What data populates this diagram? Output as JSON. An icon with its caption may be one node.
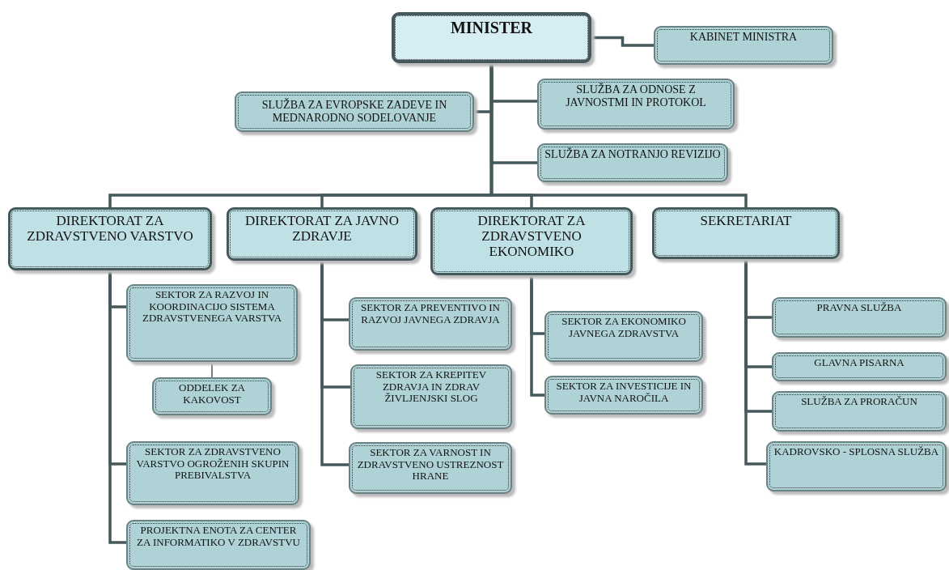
{
  "diagram": {
    "nodes": [
      {
        "text": [
          "MINISTER"
        ]
      },
      {
        "text": [
          "KABINET MINISTRA"
        ]
      },
      {
        "text": [
          "SLUŽBA ZA EVROPSKE ZADEVE IN MEDNARODNO SODELOVANJE"
        ]
      },
      {
        "text": [
          "SLUŽBA ZA ODNOSE Z JAVNOSTMI IN PROTOKOL"
        ]
      },
      {
        "text": [
          "SLUŽBA ZA NOTRANJO REVIZIJO"
        ]
      },
      {
        "text": [
          "DIREKTORAT ZA ZDRAVSTVENO VARSTVO"
        ]
      },
      {
        "text": [
          "DIREKTORAT ZA JAVNO ZDRAVJE"
        ]
      },
      {
        "text": [
          "DIREKTORAT ZA ZDRAVSTVENO EKONOMIKO"
        ]
      },
      {
        "text": [
          "SEKRETARIAT"
        ]
      },
      {
        "text": [
          "SEKTOR ZA RAZVOJ IN KOORDINACIJO SISTEMA ZDRAVSTVENEGA VARSTVA"
        ]
      },
      {
        "text": [
          "ODDELEK ZA KAKOVOST"
        ]
      },
      {
        "text": [
          "SEKTOR ZA ZDRAVSTVENO VARSTVO OGROŽENIH SKUPIN PREBIVALSTVA"
        ]
      },
      {
        "text": [
          "PROJEKTNA ENOTA ZA CENTER ZA INFORMATIKO V ZDRAVSTVU"
        ]
      },
      {
        "text": [
          "SEKTOR ZA PREVENTIVO IN RAZVOJ JAVNEGA ZDRAVJA"
        ]
      },
      {
        "text": [
          "SEKTOR ZA KREPITEV ZDRAVJA IN ZDRAV ŽIVLJENJSKI SLOG"
        ]
      },
      {
        "text": [
          "SEKTOR ZA VARNOST IN ZDRAVSTVENO USTREZNOST HRANE"
        ]
      },
      {
        "text": [
          "SEKTOR ZA EKONOMIKO JAVNEGA ZDRAVSTVA"
        ]
      },
      {
        "text": [
          "SEKTOR ZA INVESTICIJE IN JAVNA NAROČILA"
        ]
      },
      {
        "text": [
          "PRAVNA SLUŽBA"
        ]
      },
      {
        "text": [
          "GLAVNA PISARNA"
        ]
      },
      {
        "text": [
          "SLUŽBA ZA PRORAČUN"
        ]
      },
      {
        "text": [
          "KADROVSKO - SPLOSNA SLUŽBA"
        ]
      }
    ],
    "edges": [
      {
        "from": 0,
        "to": 1,
        "arrow": "none"
      },
      {
        "from": 0,
        "to": 2,
        "arrow": "none"
      },
      {
        "from": 0,
        "to": 3,
        "arrow": "none"
      },
      {
        "from": 0,
        "to": 4,
        "arrow": "none"
      },
      {
        "from": 0,
        "to": 5,
        "arrow": "none"
      },
      {
        "from": 0,
        "to": 6,
        "arrow": "none"
      },
      {
        "from": 0,
        "to": 7,
        "arrow": "none"
      },
      {
        "from": 0,
        "to": 8,
        "arrow": "none"
      },
      {
        "from": 5,
        "to": 9,
        "arrow": "none"
      },
      {
        "from": 9,
        "to": 10,
        "arrow": "none"
      },
      {
        "from": 5,
        "to": 11,
        "arrow": "none"
      },
      {
        "from": 5,
        "to": 12,
        "arrow": "none"
      },
      {
        "from": 6,
        "to": 13,
        "arrow": "none"
      },
      {
        "from": 6,
        "to": 14,
        "arrow": "none"
      },
      {
        "from": 6,
        "to": 15,
        "arrow": "none"
      },
      {
        "from": 7,
        "to": 16,
        "arrow": "none"
      },
      {
        "from": 7,
        "to": 17,
        "arrow": "none"
      },
      {
        "from": 8,
        "to": 18,
        "arrow": "none"
      },
      {
        "from": 8,
        "to": 19,
        "arrow": "none"
      },
      {
        "from": 8,
        "to": 20,
        "arrow": "none"
      },
      {
        "from": 8,
        "to": 21,
        "arrow": "none"
      }
    ]
  }
}
